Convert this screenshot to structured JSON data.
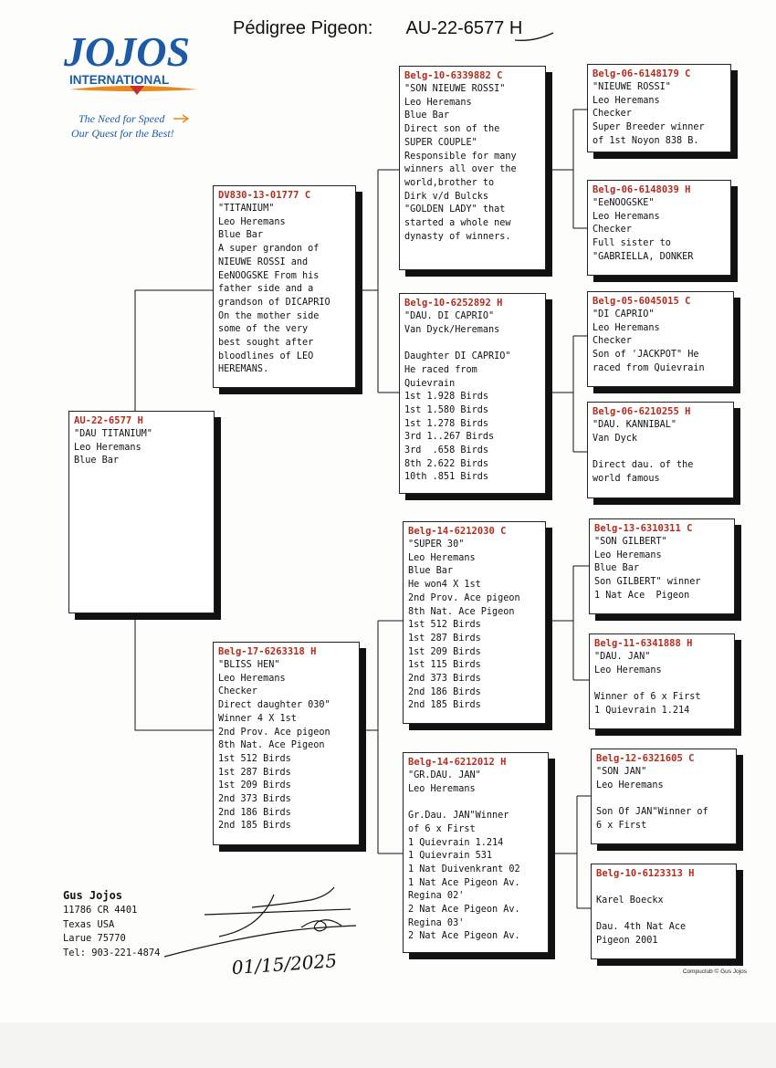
{
  "header": {
    "title_label": "Pédigree Pigeon:",
    "title_number": "AU-22-6577 H"
  },
  "logo": {
    "brand": "JOJOS",
    "sub": "INTERNATIONAL",
    "tagline1": "The Need for Speed",
    "tagline2": "Our Quest for the Best!"
  },
  "pigeons": {
    "subject": {
      "id": "AU-22-6577 H",
      "lines": [
        "\"DAU TITANIUM\"",
        "Leo Heremans",
        "Blue Bar"
      ]
    },
    "sire": {
      "id": "DV830-13-01777 C",
      "lines": [
        "\"TITANIUM\"",
        "Leo Heremans",
        "Blue Bar",
        "A super grandon of",
        "NIEUWE ROSSI and",
        "EeNOOGSKE From his",
        "father side and a",
        "grandson of DICAPRIO",
        "On the mother side",
        "some of the very",
        "best sought after",
        "bloodlines of LEO",
        "HEREMANS."
      ]
    },
    "dam": {
      "id": "Belg-17-6263318 H",
      "lines": [
        "\"BLISS HEN\"",
        "Leo Heremans",
        "Checker",
        "Direct daughter 030\"",
        "Winner 4 X 1st",
        "2nd Prov. Ace pigeon",
        "8th Nat. Ace Pigeon",
        "1st 512 Birds",
        "1st 287 Birds",
        "1st 209 Birds",
        "2nd 373 Birds",
        "2nd 186 Birds",
        "2nd 185 Birds"
      ]
    },
    "ss": {
      "id": "Belg-10-6339882 C",
      "lines": [
        "\"SON NIEUWE ROSSI\"",
        "Leo Heremans",
        "Blue Bar",
        "Direct son of the",
        "SUPER COUPLE\"",
        "Responsible for many",
        "winners all over the",
        "world,brother to",
        "Dirk v/d Bulcks",
        "\"GOLDEN LADY\" that",
        "started a whole new",
        "dynasty of winners."
      ]
    },
    "sd": {
      "id": "Belg-10-6252892 H",
      "lines": [
        "\"DAU. DI CAPRIO\"",
        "Van Dyck/Heremans",
        "",
        "Daughter DI CAPRIO\"",
        "He raced from",
        "Quievrain",
        "1st 1.928 Birds",
        "1st 1.580 Birds",
        "1st 1.278 Birds",
        "3rd 1..267 Birds",
        "3rd  .658 Birds",
        "8th 2.622 Birds",
        "10th .851 Birds"
      ]
    },
    "ds": {
      "id": "Belg-14-6212030 C",
      "lines": [
        "\"SUPER 30\"",
        "Leo Heremans",
        "Blue Bar",
        "He won4 X 1st",
        "2nd Prov. Ace pigeon",
        "8th Nat. Ace Pigeon",
        "1st 512 Birds",
        "1st 287 Birds",
        "1st 209 Birds",
        "1st 115 Birds",
        "2nd 373 Birds",
        "2nd 186 Birds",
        "2nd 185 Birds"
      ]
    },
    "dd": {
      "id": "Belg-14-6212012 H",
      "lines": [
        "\"GR.DAU. JAN\"",
        "Leo Heremans",
        "",
        "Gr.Dau. JAN\"Winner",
        "of 6 x First",
        "1 Quievrain 1.214",
        "1 Quievrain 531",
        "1 Nat Duivenkrant 02",
        "1 Nat Ace Pigeon Av.",
        "Regina 02'",
        "2 Nat Ace Pigeon Av.",
        "Regina 03'",
        "2 Nat Ace Pigeon Av."
      ]
    },
    "sss": {
      "id": "Belg-06-6148179 C",
      "lines": [
        "\"NIEUWE ROSSI\"",
        "Leo Heremans",
        "Checker",
        "Super Breeder winner",
        "of 1st Noyon 838 B."
      ]
    },
    "ssd": {
      "id": "Belg-06-6148039 H",
      "lines": [
        "\"EeNOOGSKE\"",
        "Leo Heremans",
        "Checker",
        "Full sister to",
        "\"GABRIELLA, DONKER"
      ]
    },
    "sds": {
      "id": "Belg-05-6045015 C",
      "lines": [
        "\"DI CAPRIO\"",
        "Leo Heremans",
        "Checker",
        "Son of 'JACKPOT\" He",
        "raced from Quievrain"
      ]
    },
    "sdd": {
      "id": "Belg-06-6210255 H",
      "lines": [
        "\"DAU. KANNIBAL\"",
        "Van Dyck",
        "",
        "Direct dau. of the",
        "world famous"
      ]
    },
    "dss": {
      "id": "Belg-13-6310311 C",
      "lines": [
        "\"SON GILBERT\"",
        "Leo Heremans",
        "Blue Bar",
        "Son GILBERT\" winner",
        "1 Nat Ace  Pigeon"
      ]
    },
    "dsd": {
      "id": "Belg-11-6341888 H",
      "lines": [
        "\"DAU. JAN\"",
        "Leo Heremans",
        "",
        "Winner of 6 x First",
        "1 Quievrain 1.214"
      ]
    },
    "dds": {
      "id": "Belg-12-6321605 C",
      "lines": [
        "\"SON JAN\"",
        "Leo Heremans",
        "",
        "Son Of JAN\"Winner of",
        "6 x First"
      ]
    },
    "ddd": {
      "id": "Belg-10-6123313 H",
      "lines": [
        "",
        "Karel Boeckx",
        "",
        "Dau. 4th Nat Ace",
        "Pigeon 2001"
      ]
    }
  },
  "owner": {
    "name": "Gus Jojos",
    "address1": "11786 CR 4401",
    "address2": "Texas USA",
    "address3": "Larue 75770",
    "phone": "Tel: 903-221-4874"
  },
  "signature": {
    "date": "01/15/2025"
  },
  "footer": "Compuclub © Gus Jojos",
  "colors": {
    "id_red": "#b22d1e",
    "logo_blue": "#1d5aa6",
    "logo_red": "#c8302a",
    "logo_orange": "#e8891e"
  }
}
